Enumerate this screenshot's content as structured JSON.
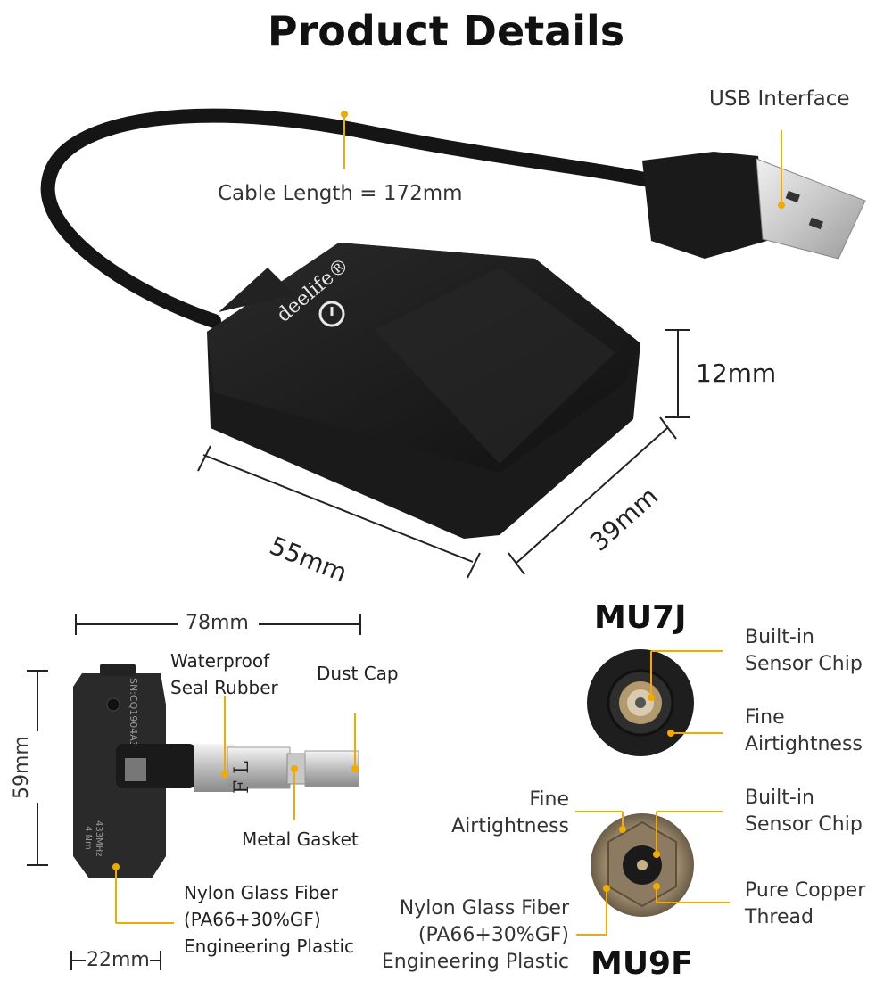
{
  "title": "Product Details",
  "receiver": {
    "brand": "deelife®",
    "usb_label": "USB Interface",
    "cable_label": "Cable Length = 172mm",
    "height": "12mm",
    "length": "55mm",
    "width": "39mm"
  },
  "sensor": {
    "width_dim": "78mm",
    "height_dim": "59mm",
    "base_dim": "22mm",
    "waterproof": [
      "Waterproof",
      "Seal Rubber"
    ],
    "dust_cap": "Dust Cap",
    "metal_gasket": "Metal Gasket",
    "nylon": [
      "Nylon Glass Fiber",
      "(PA66+30%GF)",
      "Engineering Plastic"
    ],
    "body_text": {
      "serial": "SN:CQ1904A3V5",
      "freq": "433MHz",
      "torque": "4 Nm",
      "valve": "F L"
    }
  },
  "mu7j": {
    "name": "MU7J",
    "chip": [
      "Built-in",
      "Sensor Chip"
    ],
    "airtight": [
      "Fine",
      "Airtightness"
    ]
  },
  "mu9f": {
    "name": "MU9F",
    "airtight": [
      "Fine",
      "Airtightness"
    ],
    "chip": [
      "Built-in",
      "Sensor Chip"
    ],
    "copper": [
      "Pure Copper",
      "Thread"
    ],
    "nylon": [
      "Nylon Glass Fiber",
      "(PA66+30%GF)",
      "Engineering Plastic"
    ]
  },
  "colors": {
    "accent": "#F2A900",
    "device": "#1b1b1b",
    "text": "#333333"
  }
}
